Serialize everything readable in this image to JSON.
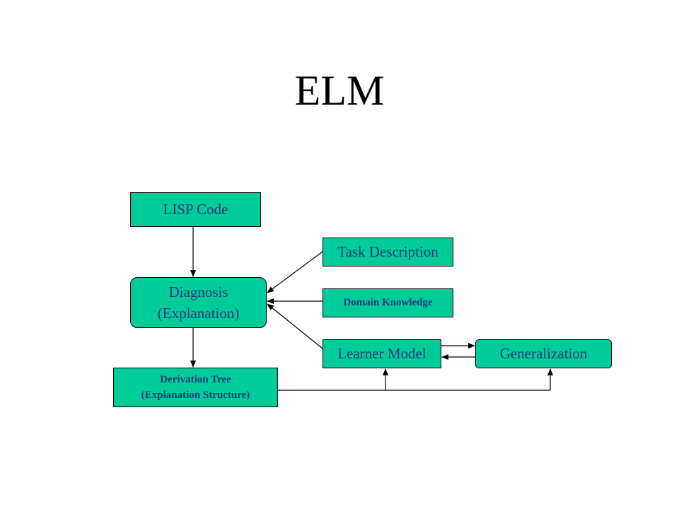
{
  "title": "ELM",
  "nodes": {
    "lisp_code": "LISP Code",
    "diagnosis": [
      "Diagnosis",
      "(Explanation)"
    ],
    "derivation_tree": [
      "Derivation Tree",
      "(Explanation Structure)"
    ],
    "task_description": "Task Description",
    "domain_knowledge": "Domain Knowledge",
    "learner_model": "Learner Model",
    "generalization": "Generalization"
  },
  "colors": {
    "box_fill": "#00cc99",
    "box_text": "#1f3a7a",
    "line": "#000000"
  }
}
